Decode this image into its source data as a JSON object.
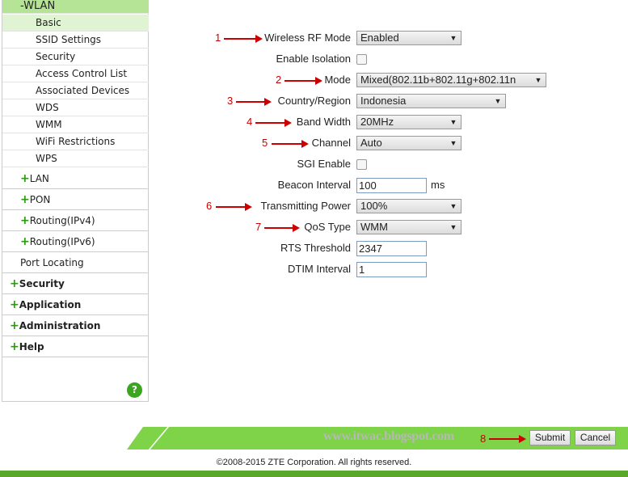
{
  "sidebar": {
    "wlan": "-WLAN",
    "wlan_items": [
      "Basic",
      "SSID Settings",
      "Security",
      "Access Control List",
      "Associated Devices",
      "WDS",
      "WMM",
      "WiFi Restrictions",
      "WPS"
    ],
    "sub_menus": [
      "LAN",
      "PON",
      "Routing(IPv4)",
      "Routing(IPv6)"
    ],
    "port_locating": "Port Locating",
    "top_menus": [
      "Security",
      "Application",
      "Administration",
      "Help"
    ],
    "plus": "+",
    "help_icon": "?"
  },
  "form": {
    "rf_mode": {
      "label": "Wireless RF Mode",
      "value": "Enabled"
    },
    "isolation": {
      "label": "Enable Isolation",
      "checked": false
    },
    "mode": {
      "label": "Mode",
      "value": "Mixed(802.11b+802.11g+802.11n"
    },
    "country": {
      "label": "Country/Region",
      "value": "Indonesia"
    },
    "bandwidth": {
      "label": "Band Width",
      "value": "20MHz"
    },
    "channel": {
      "label": "Channel",
      "value": "Auto"
    },
    "sgi": {
      "label": "SGI Enable",
      "checked": false
    },
    "beacon": {
      "label": "Beacon Interval",
      "value": "100",
      "unit": "ms"
    },
    "power": {
      "label": "Transmitting Power",
      "value": "100%"
    },
    "qos": {
      "label": "QoS Type",
      "value": "WMM"
    },
    "rts": {
      "label": "RTS Threshold",
      "value": "2347"
    },
    "dtim": {
      "label": "DTIM Interval",
      "value": "1"
    }
  },
  "annotations": [
    "1",
    "2",
    "3",
    "4",
    "5",
    "6",
    "7",
    "8"
  ],
  "footer": {
    "watermark": "www.itwac.blogspot.com",
    "submit": "Submit",
    "cancel": "Cancel",
    "copyright": "©2008-2015 ZTE Corporation. All rights reserved."
  },
  "colors": {
    "accent": "#7ed348",
    "bottom_bar": "#5aa829",
    "annotation": "#cc0000"
  }
}
